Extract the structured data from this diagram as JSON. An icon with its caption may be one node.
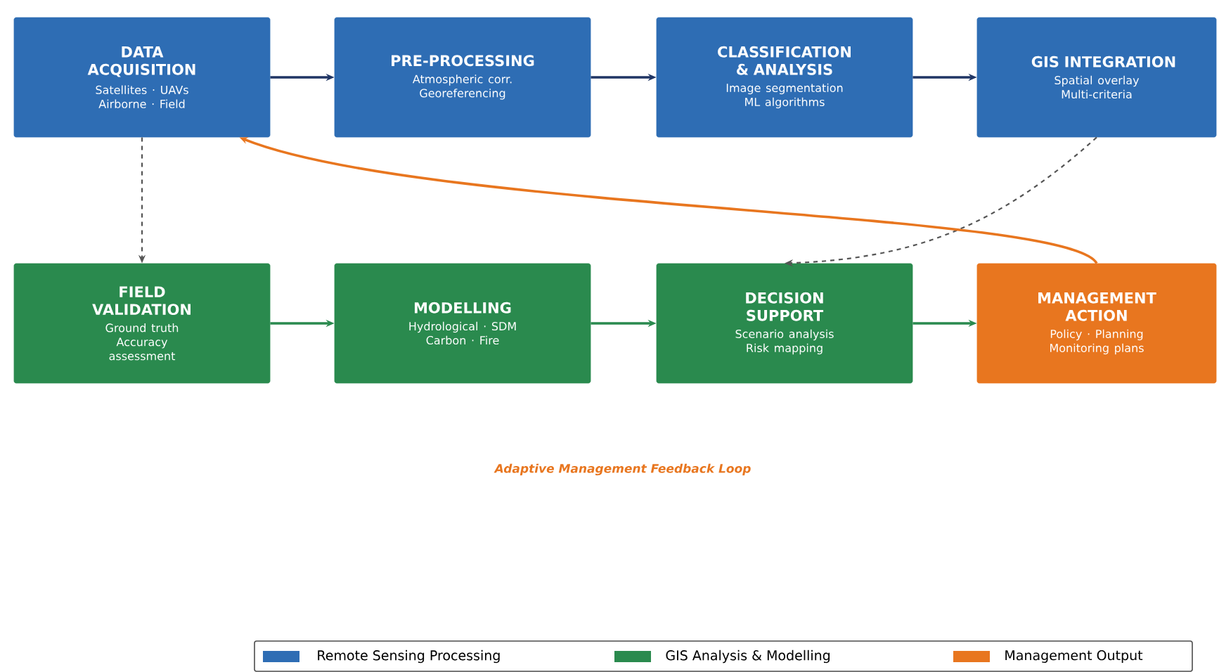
{
  "diagram": {
    "nodes": [
      {
        "text": [
          "DATA ACQUISITION",
          "Satellites · UAVs Airborne · Field"
        ]
      },
      {
        "text": [
          "PRE-PROCESSING",
          "Atmospheric corr. Georeferencing"
        ]
      },
      {
        "text": [
          "CLASSIFICATION & ANALYSIS",
          "Image segmentation ML algorithms"
        ]
      },
      {
        "text": [
          "GIS INTEGRATION",
          "Spatial overlay Multi-criteria"
        ]
      },
      {
        "text": [
          "FIELD VALIDATION",
          "Ground truth Accuracy assessment"
        ]
      },
      {
        "text": [
          "MODELLING",
          "Hydrological · SDM Carbon · Fire"
        ]
      },
      {
        "text": [
          "DECISION SUPPORT",
          "Scenario analysis Risk mapping"
        ]
      },
      {
        "text": [
          "MANAGEMENT ACTION",
          "Policy · Planning Monitoring plans"
        ]
      }
    ],
    "edges": [
      {
        "from": 0,
        "to": 1,
        "arrow": "to",
        "color": "#1f3564"
      },
      {
        "from": 1,
        "to": 2,
        "arrow": "to",
        "color": "#1f3564"
      },
      {
        "from": 2,
        "to": 3,
        "arrow": "to",
        "color": "#1f3564"
      },
      {
        "from": 0,
        "to": 4,
        "arrow": "to",
        "style": "dashed",
        "color": "#555555"
      },
      {
        "from": 3,
        "to": 6,
        "arrow": "to",
        "style": "dashed",
        "color": "#555555"
      },
      {
        "from": 4,
        "to": 5,
        "arrow": "to",
        "color": "#2a8a4e"
      },
      {
        "from": 5,
        "to": 6,
        "arrow": "to",
        "color": "#2a8a4e"
      },
      {
        "from": 6,
        "to": 7,
        "arrow": "to",
        "color": "#2a8a4e"
      },
      {
        "from": 7,
        "to": 0,
        "arrow": "to",
        "color": "#e8761f"
      }
    ],
    "labels": [
      "Adaptive Management Feedback Loop"
    ],
    "legend": [
      {
        "text": "Remote Sensing Processing",
        "color": "#2e6db4"
      },
      {
        "text": "GIS Analysis & Modelling",
        "color": "#2a8a4e"
      },
      {
        "text": "Management Output",
        "color": "#e8761f"
      }
    ]
  }
}
